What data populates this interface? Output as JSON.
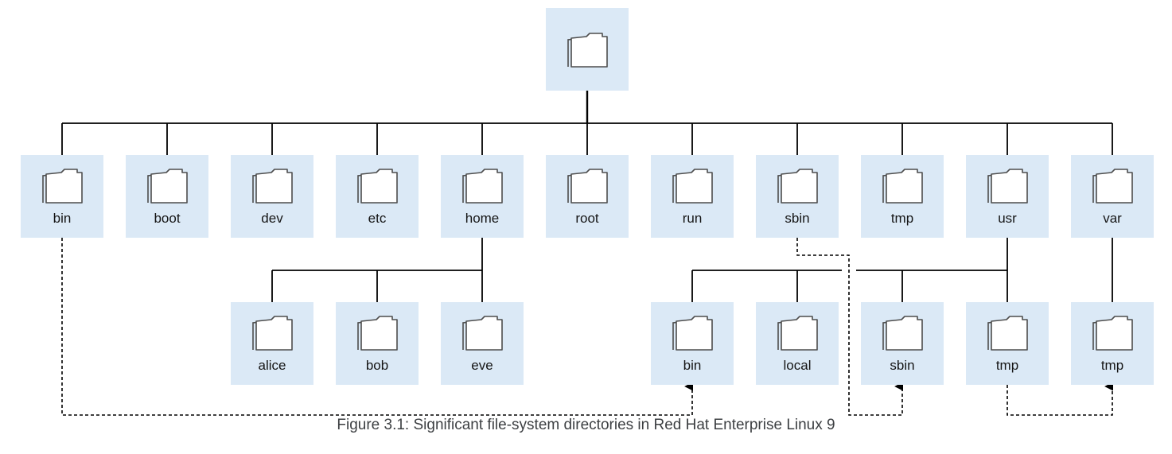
{
  "diagram": {
    "root_label": "",
    "top_level": [
      "bin",
      "boot",
      "dev",
      "etc",
      "home",
      "root",
      "run",
      "sbin",
      "tmp",
      "usr",
      "var"
    ],
    "home_children": [
      "alice",
      "bob",
      "eve"
    ],
    "usr_children": [
      "bin",
      "local",
      "sbin",
      "tmp"
    ],
    "var_children": [
      "tmp"
    ],
    "links": [
      {
        "from": "/bin",
        "to": "/usr/bin"
      },
      {
        "from": "/sbin",
        "to": "/usr/sbin"
      },
      {
        "from": "/usr/tmp",
        "to": "/var/tmp"
      }
    ],
    "colors": {
      "node_fill": "#dbe9f6",
      "line": "#000000",
      "text": "#151515",
      "caption": "#3c3f42"
    },
    "icon": "folder-icon"
  },
  "caption": "Figure 3.1: Significant file-system directories in Red Hat Enterprise Linux 9"
}
